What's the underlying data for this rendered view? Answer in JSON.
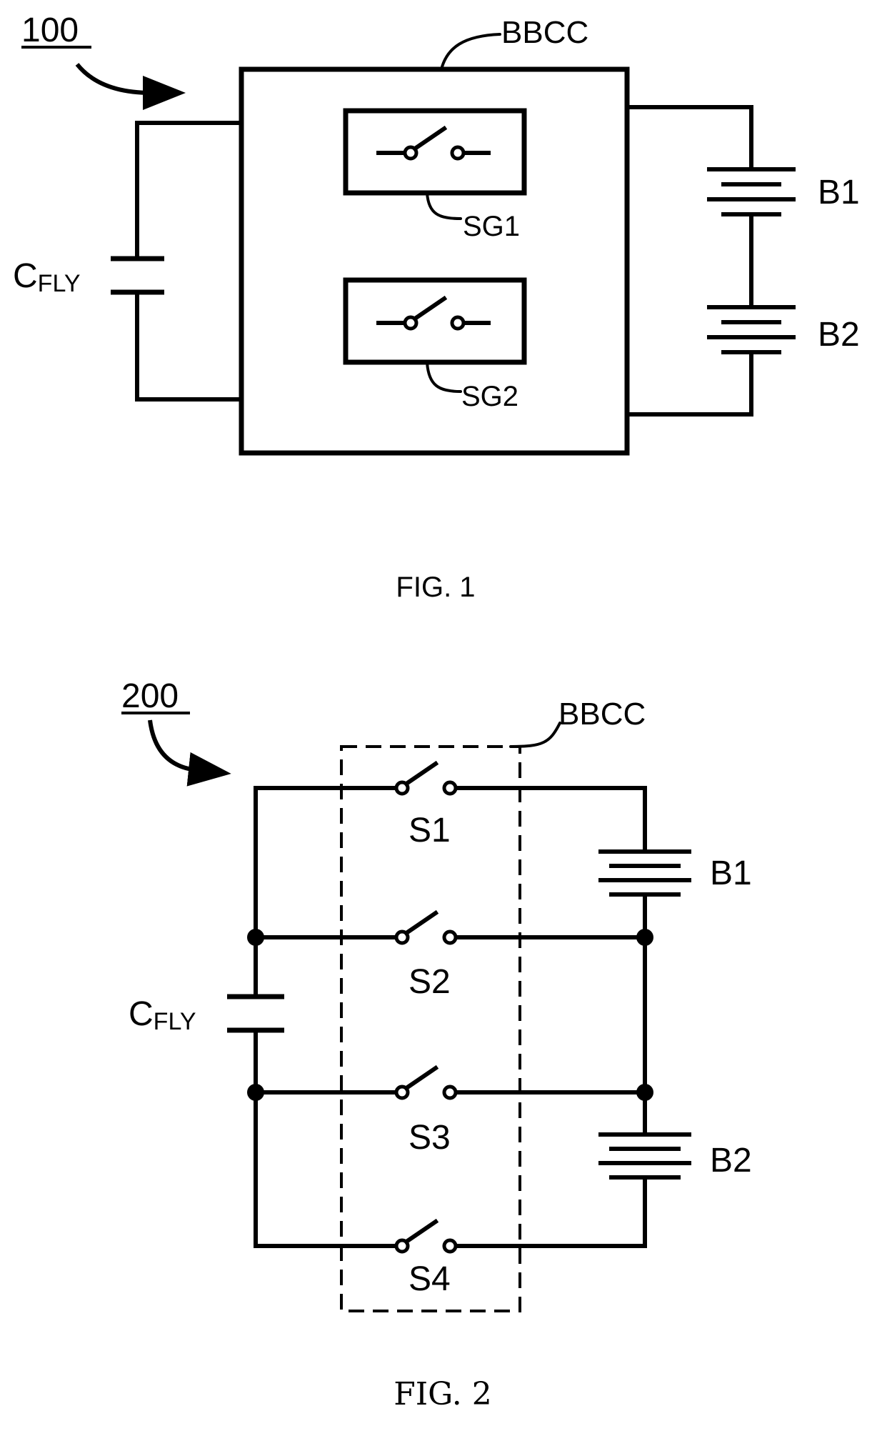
{
  "fig1": {
    "ref": "100",
    "block_label": "BBCC",
    "cap_main": "C",
    "cap_sub": "FLY",
    "switch_groups": [
      "SG1",
      "SG2"
    ],
    "batteries": [
      "B1",
      "B2"
    ],
    "caption": "FIG. 1"
  },
  "fig2": {
    "ref": "200",
    "block_label": "BBCC",
    "cap_main": "C",
    "cap_sub": "FLY",
    "switches": [
      "S1",
      "S2",
      "S3",
      "S4"
    ],
    "batteries": [
      "B1",
      "B2"
    ],
    "caption": "FIG. 2"
  }
}
